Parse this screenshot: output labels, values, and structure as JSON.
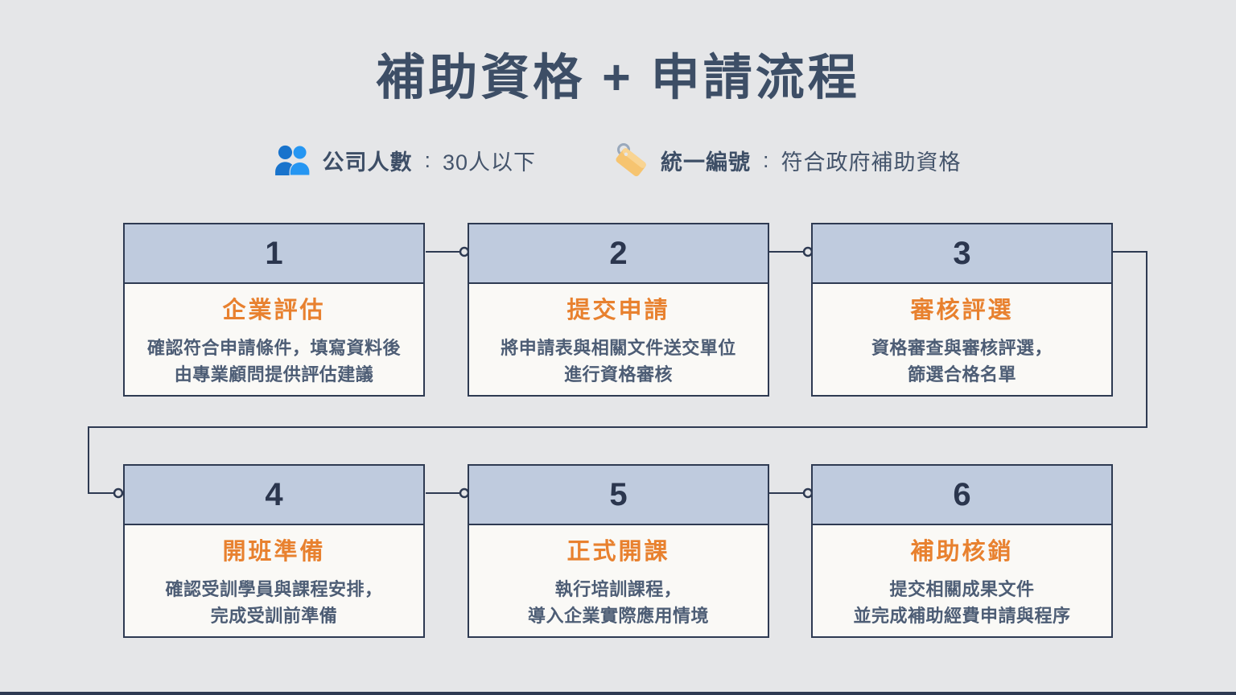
{
  "title": "補助資格 + 申請流程",
  "info": {
    "company": {
      "icon": "people-icon",
      "label": "公司人數",
      "colon": ":",
      "value": "30人以下"
    },
    "tax_id": {
      "icon": "tag-icon",
      "label": "統一編號",
      "colon": ":",
      "value": "符合政府補助資格"
    }
  },
  "steps": [
    {
      "number": "1",
      "title": "企業評估",
      "desc": "確認符合申請條件，填寫資料後\n由專業顧問提供評估建議"
    },
    {
      "number": "2",
      "title": "提交申請",
      "desc": "將申請表與相關文件送交單位\n進行資格審核"
    },
    {
      "number": "3",
      "title": "審核評選",
      "desc": "資格審查與審核評選，\n篩選合格名單"
    },
    {
      "number": "4",
      "title": "開班準備",
      "desc": "確認受訓學員與課程安排，\n完成受訓前準備"
    },
    {
      "number": "5",
      "title": "正式開課",
      "desc": "執行培訓課程，\n導入企業實際應用情境"
    },
    {
      "number": "6",
      "title": "補助核銷",
      "desc": "提交相關成果文件\n並完成補助經費申請與程序"
    }
  ],
  "colors": {
    "background": "#e5e6e8",
    "box_header_blue": "#bfcbde",
    "box_body_cream": "#faf9f6",
    "border_navy": "#2e3a52",
    "title_navy": "#3d4e66",
    "number_navy": "#2b364e",
    "desc_slate": "#4d5d75",
    "accent_orange": "#e8812f",
    "people_icon_blue_dark": "#1873cc",
    "people_icon_blue_light": "#2596f2",
    "tag_icon_orange": "#f6c470",
    "tag_icon_ring_gray": "#9aa9bc"
  }
}
